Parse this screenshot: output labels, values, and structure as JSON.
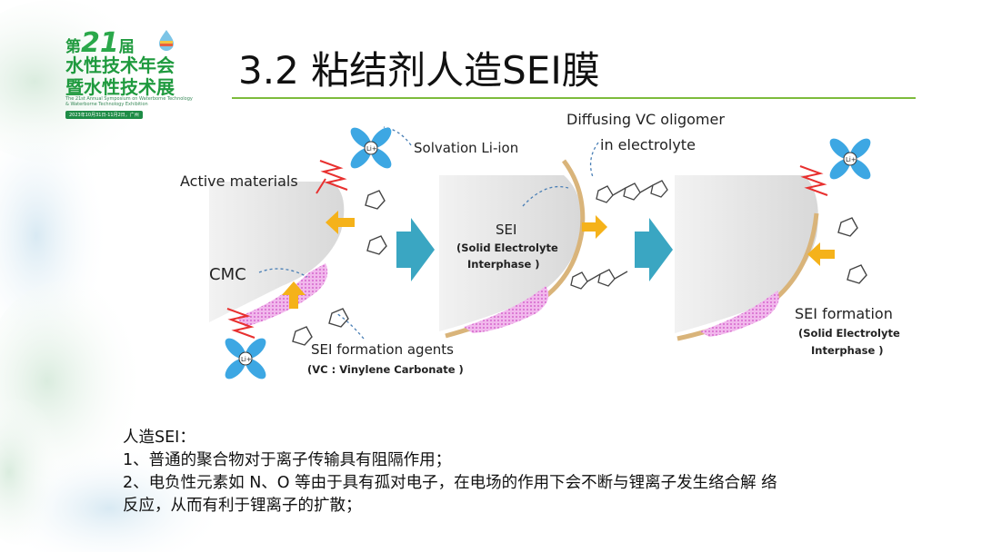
{
  "logo": {
    "line1_prefix": "第",
    "line1_number": "21",
    "line1_suffix": "届",
    "line2": "水性技术年会",
    "line3": "暨水性技术展",
    "line4": "The 21st Annual Symposium on Waterborne Technology & Waterborne Technology Exhibition",
    "line5": "2023年10月31日-11月2日，广州"
  },
  "title": "3.2 粘结剂人造SEI膜",
  "diagram": {
    "active_materials": "Active materials",
    "solvation": "Solvation Li-ion",
    "cmc": "CMC",
    "sei_agents": "SEI formation agents",
    "vc_note": "(VC : Vinylene Carbonate )",
    "diffusing_line1": "Diffusing VC oligomer",
    "diffusing_line2": "in electrolyte",
    "sei": "SEI",
    "sei_full_line1": "(Solid Electrolyte",
    "sei_full_line2": "Interphase )",
    "sei_formation": "SEI formation",
    "sei_formation_line1": "(Solid Electrolyte",
    "sei_formation_line2": "Interphase )",
    "li_ion": "Li+"
  },
  "body": {
    "heading": "人造SEI：",
    "point1": "1、普通的聚合物对于离子传输具有阻隔作用；",
    "point2a": "2、电负性元素如 N、O 等由于具有孤对电子，在电场的作用下会不断与锂离子发生络合解 络",
    "point2b": "反应，从而有利于锂离子的扩散；"
  },
  "colors": {
    "accent_green": "#7dbb3c",
    "logo_green": "#1f9a3e",
    "arrow_yellow": "#f5b21a",
    "arrow_teal": "#3aa6c2",
    "cmc_pink": "#e07ad6",
    "ion_blue": "#3da7e3",
    "lightning_red": "#e8302f",
    "sei_tan": "#d9b47a",
    "particle_gray": "#e6e6e6"
  }
}
